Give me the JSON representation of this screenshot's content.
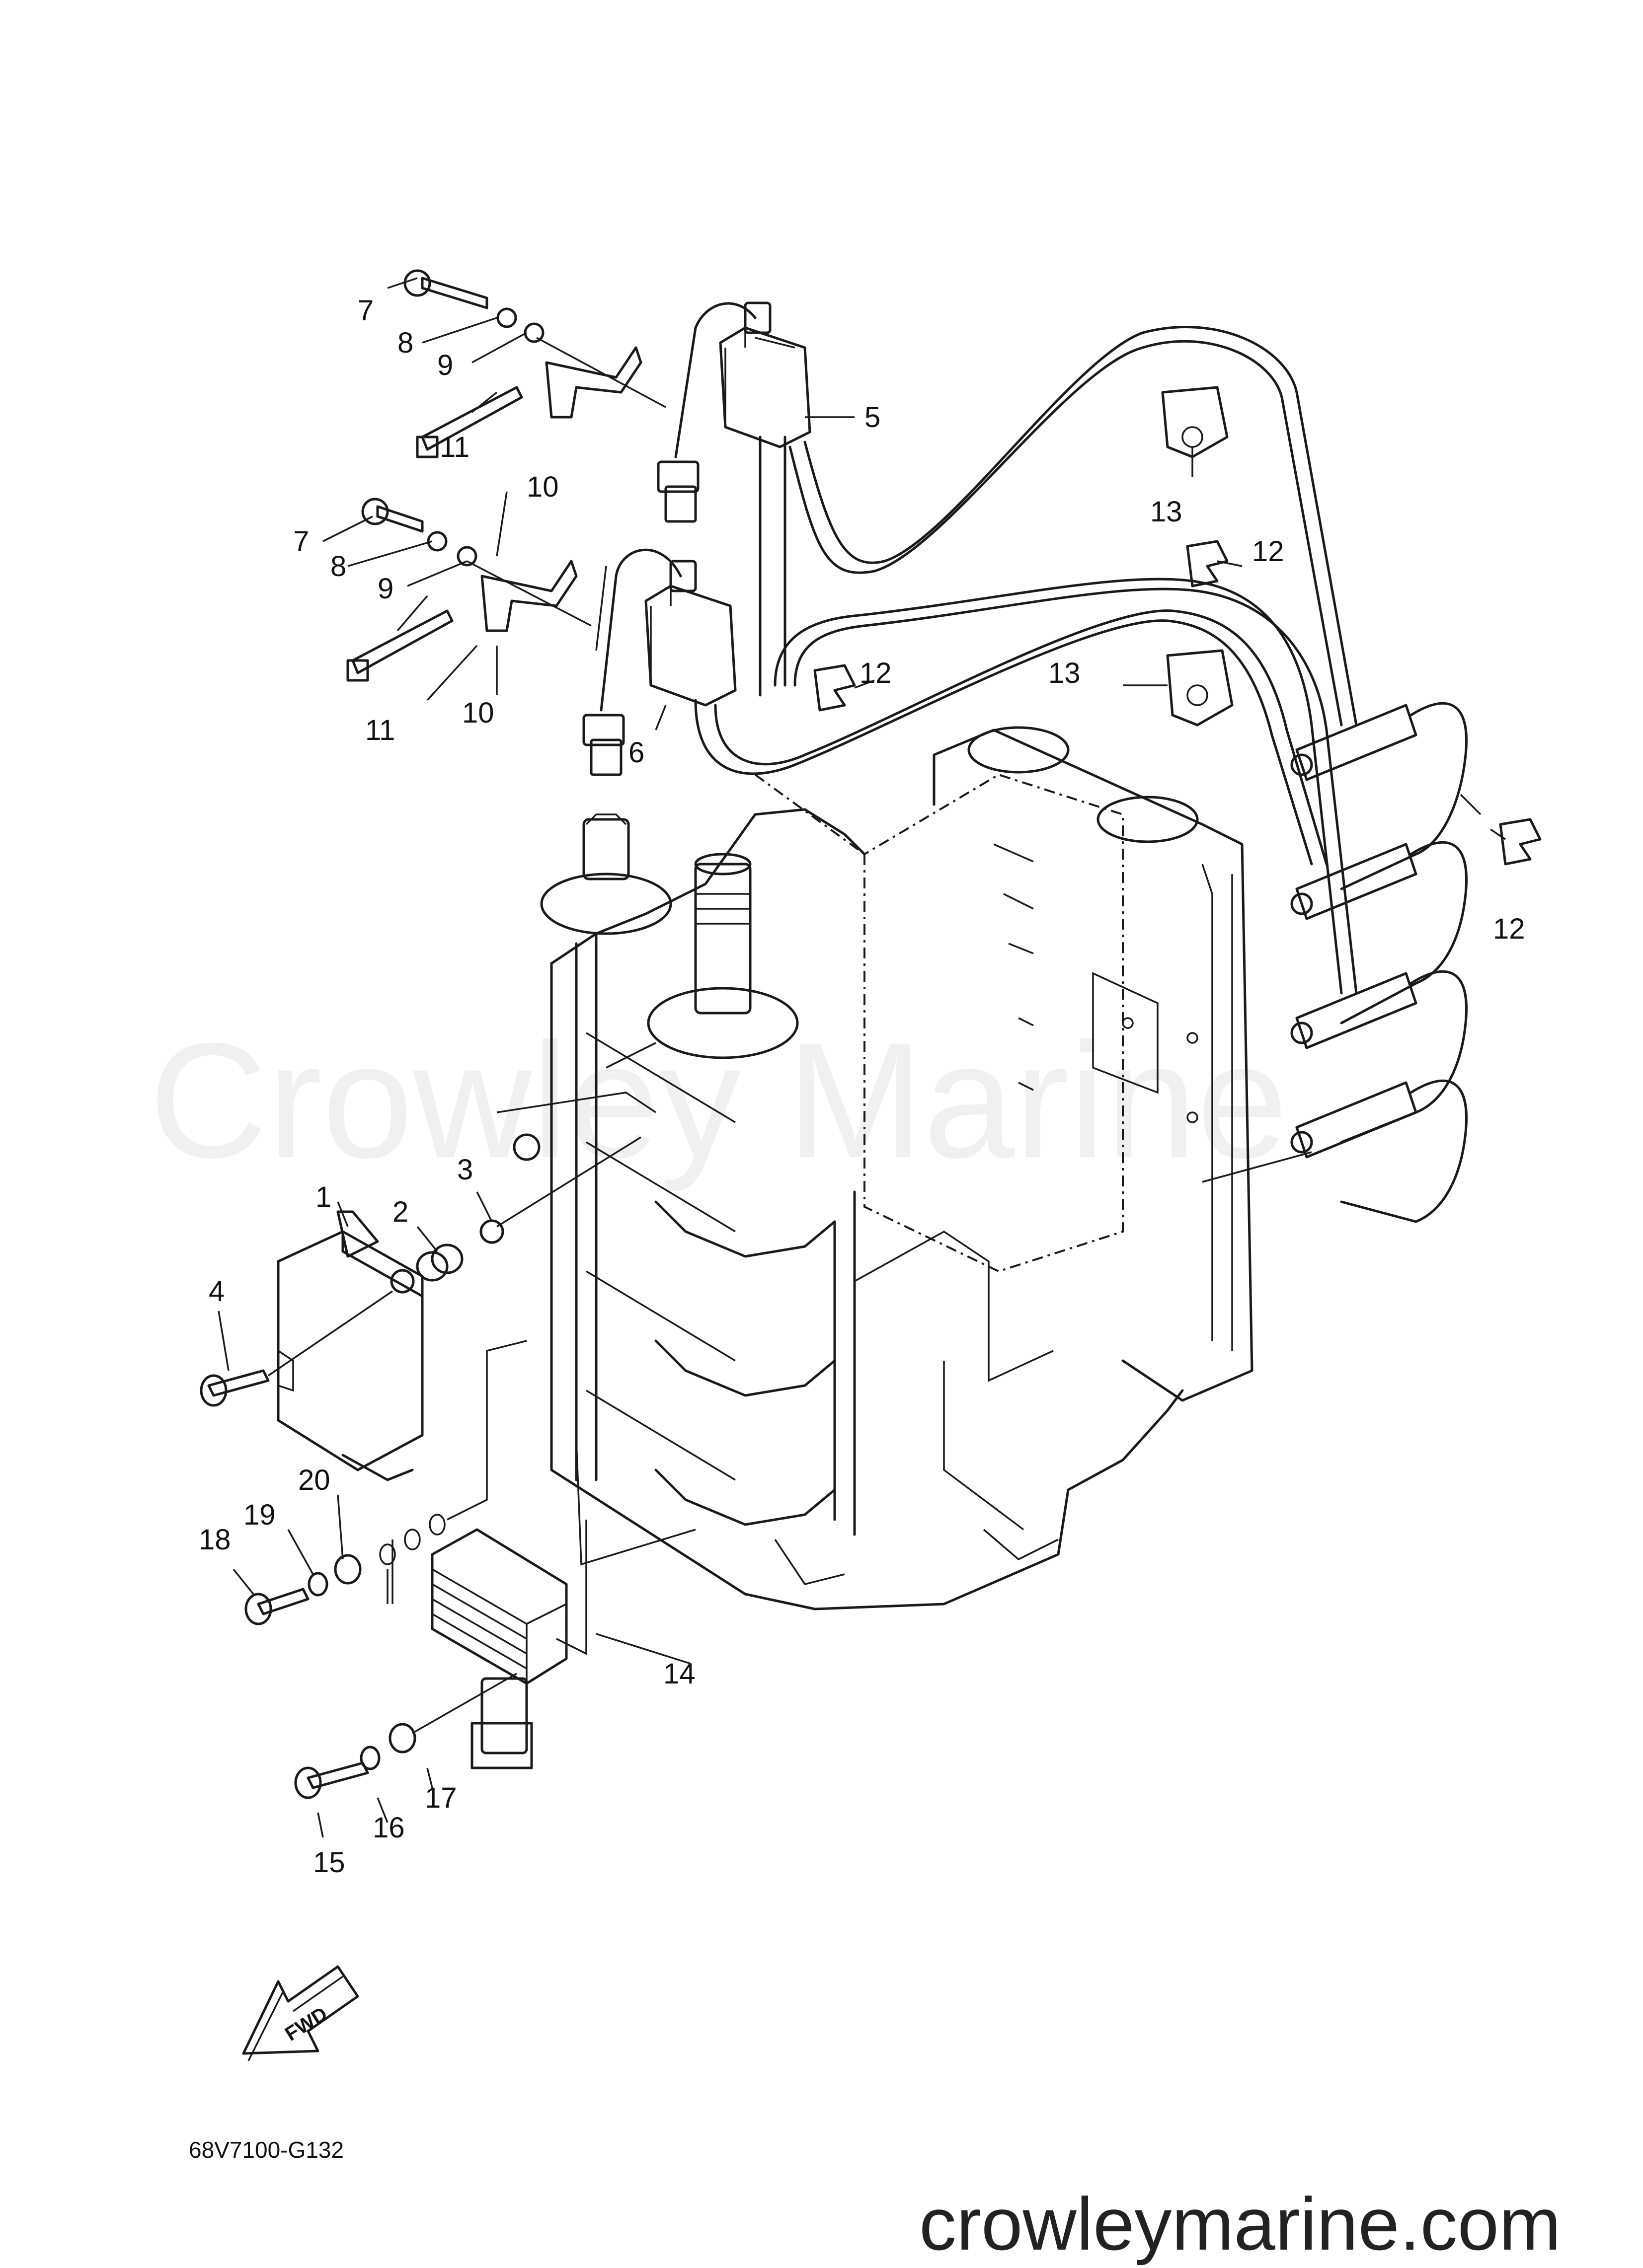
{
  "diagram_code": "68V7100-G132",
  "watermark_text": "Crowley Marine",
  "site_text": "crowleymarine.com",
  "fwd_label": "FWD",
  "callouts": {
    "c1": "1",
    "c2": "2",
    "c3": "3",
    "c4": "4",
    "c5": "5",
    "c6": "6",
    "c7a": "7",
    "c7b": "7",
    "c8a": "8",
    "c8b": "8",
    "c9a": "9",
    "c9b": "9",
    "c10a": "10",
    "c10b": "10",
    "c11a": "11",
    "c11b": "11",
    "c12a": "12",
    "c12b": "12",
    "c12c": "12",
    "c13a": "13",
    "c13b": "13",
    "c14": "14",
    "c15": "15",
    "c16": "16",
    "c17": "17",
    "c18": "18",
    "c19": "19",
    "c20": "20"
  }
}
